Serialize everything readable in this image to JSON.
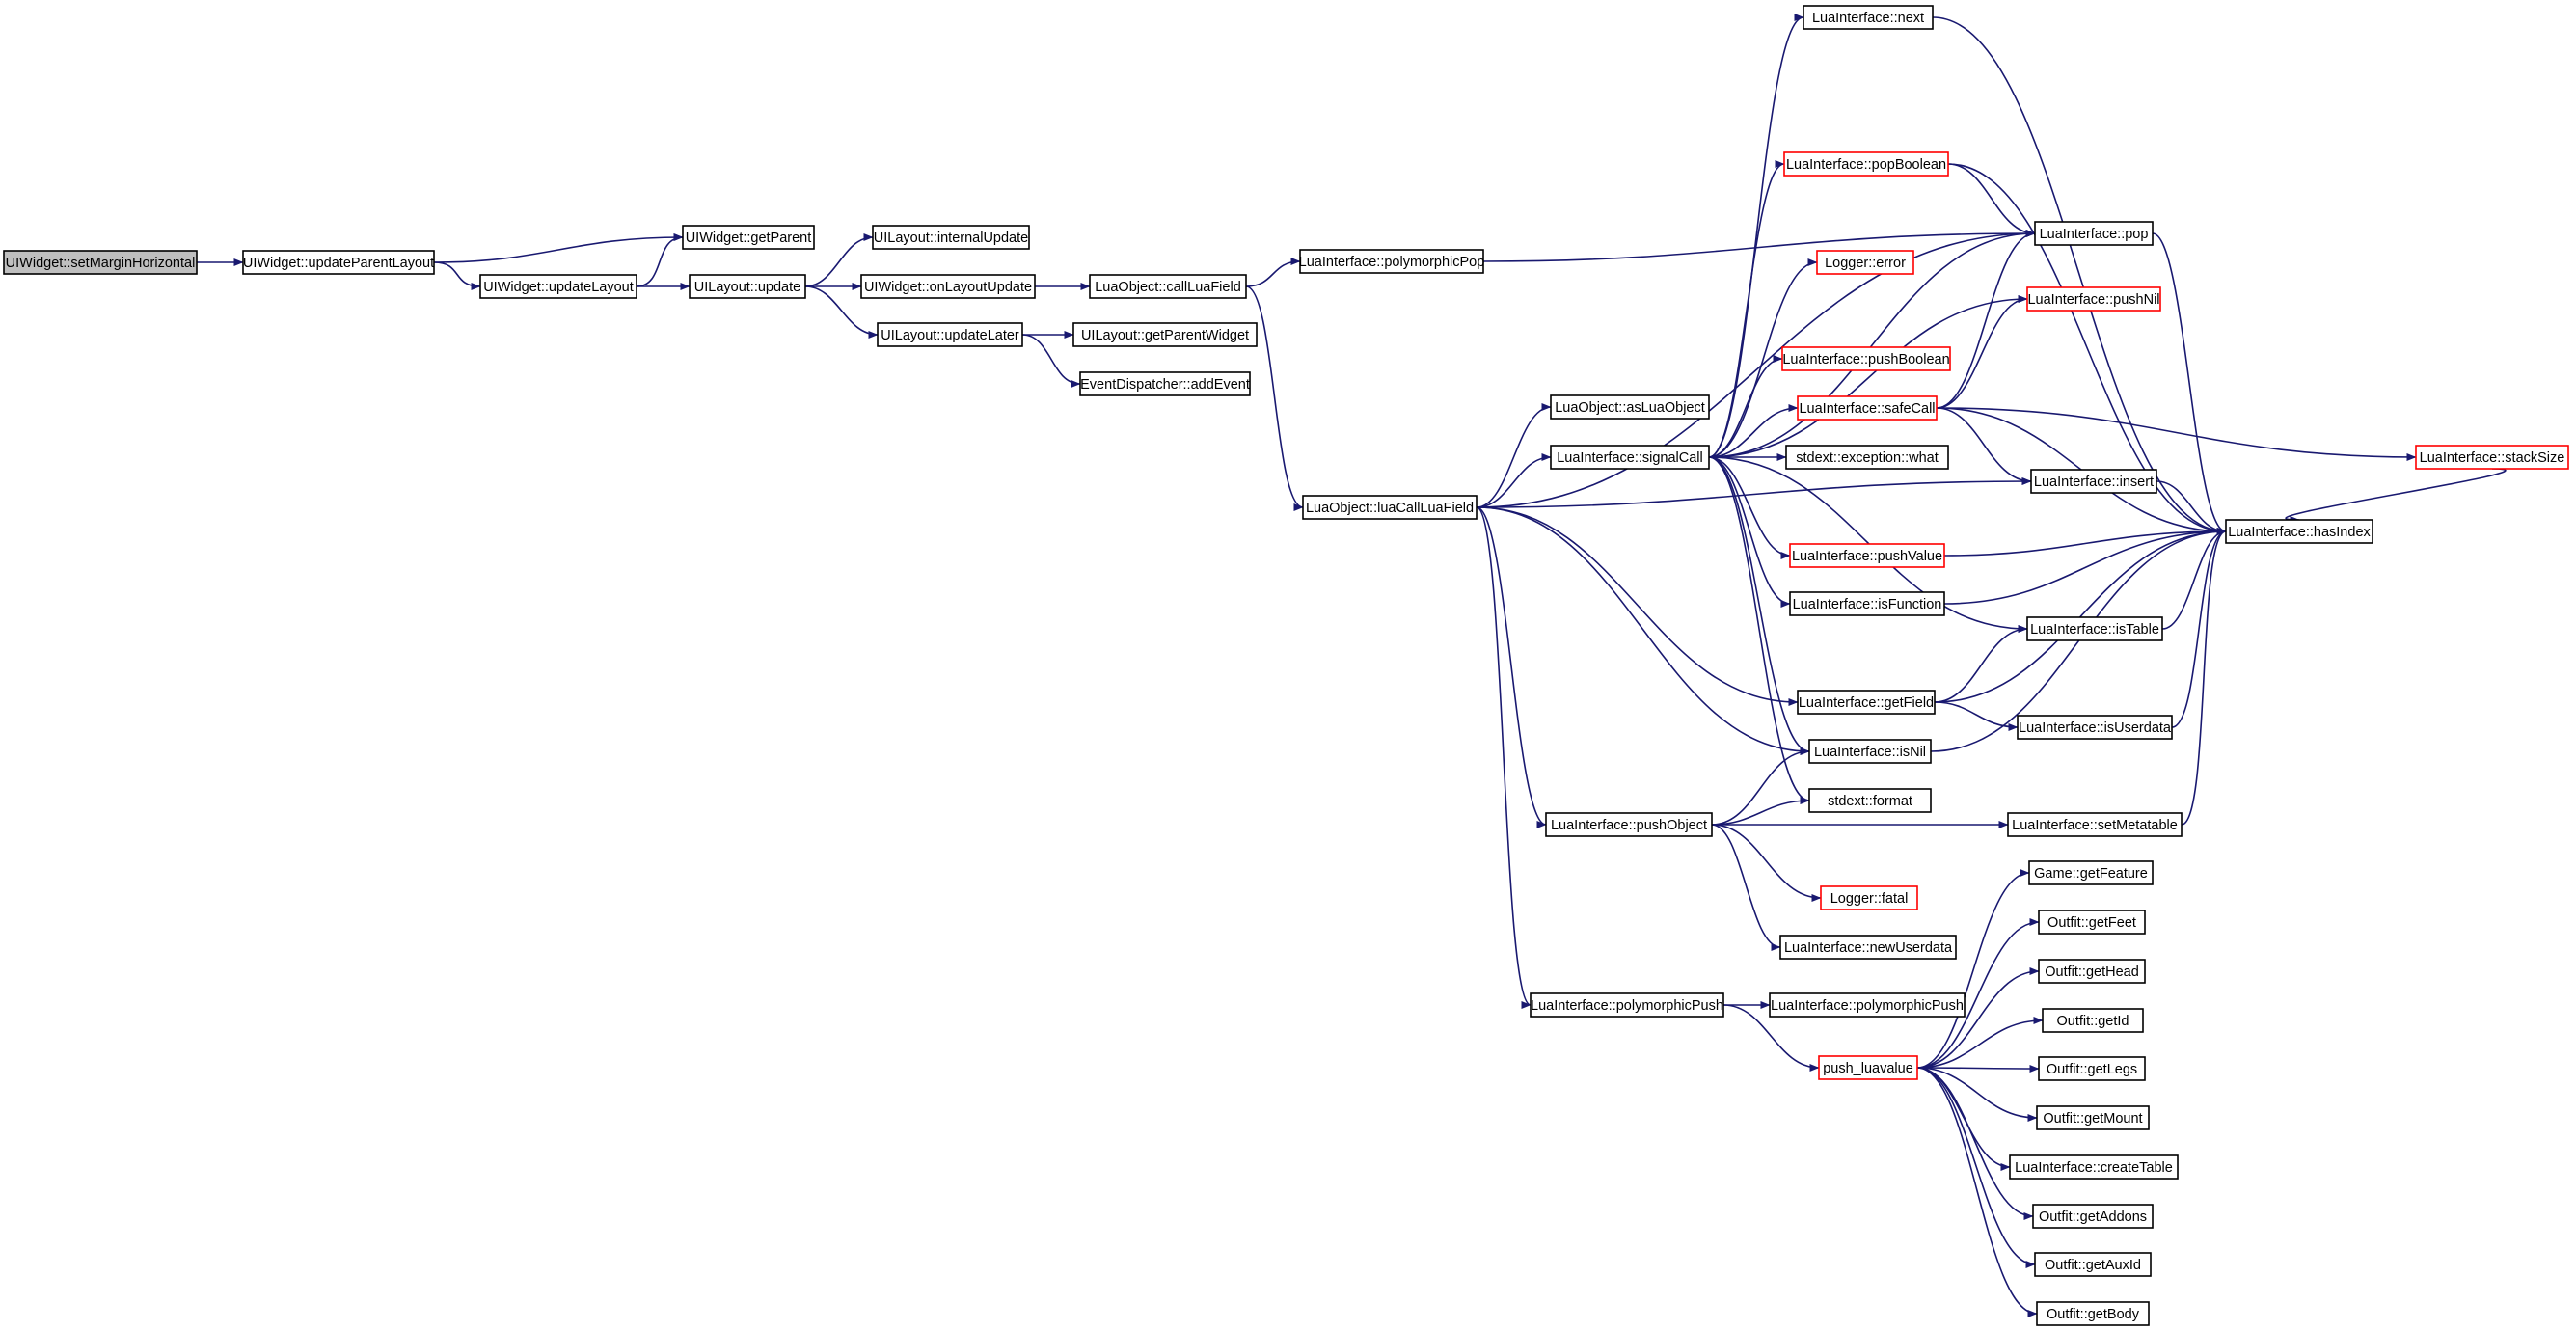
{
  "diagram": {
    "edge_color": "#191970",
    "incomplete_border_color": "#ff0000",
    "root_fill": "#bfbfbf",
    "nodes": [
      {
        "id": "n0",
        "label": "UIWidget::setMarginHorizontal",
        "root": true
      },
      {
        "id": "n1",
        "label": "UIWidget::updateParentLayout"
      },
      {
        "id": "n2",
        "label": "UIWidget::getParent"
      },
      {
        "id": "n3",
        "label": "UIWidget::updateLayout"
      },
      {
        "id": "n4",
        "label": "UILayout::update"
      },
      {
        "id": "n5",
        "label": "UILayout::internalUpdate"
      },
      {
        "id": "n6",
        "label": "UIWidget::onLayoutUpdate"
      },
      {
        "id": "n7",
        "label": "UILayout::updateLater"
      },
      {
        "id": "n8",
        "label": "LuaObject::callLuaField"
      },
      {
        "id": "n9",
        "label": "UILayout::getParentWidget"
      },
      {
        "id": "n10",
        "label": "EventDispatcher::addEvent"
      },
      {
        "id": "n11",
        "label": "LuaInterface::polymorphicPop"
      },
      {
        "id": "n12",
        "label": "LuaObject::luaCallLuaField"
      },
      {
        "id": "n13",
        "label": "LuaObject::asLuaObject"
      },
      {
        "id": "n14",
        "label": "LuaInterface::signalCall"
      },
      {
        "id": "n15",
        "label": "LuaInterface::pushObject"
      },
      {
        "id": "n16",
        "label": "LuaInterface::polymorphicPush"
      },
      {
        "id": "n17",
        "label": "LuaInterface::next"
      },
      {
        "id": "n18",
        "label": "LuaInterface::popBoolean",
        "red": true
      },
      {
        "id": "n19",
        "label": "LuaInterface::pop"
      },
      {
        "id": "n20",
        "label": "Logger::error",
        "red": true
      },
      {
        "id": "n21",
        "label": "LuaInterface::pushNil",
        "red": true
      },
      {
        "id": "n22",
        "label": "LuaInterface::pushBoolean",
        "red": true
      },
      {
        "id": "n23",
        "label": "LuaInterface::safeCall",
        "red": true
      },
      {
        "id": "n24",
        "label": "stdext::exception::what"
      },
      {
        "id": "n25",
        "label": "LuaInterface::stackSize",
        "red": true
      },
      {
        "id": "n26",
        "label": "LuaInterface::insert"
      },
      {
        "id": "n27",
        "label": "LuaInterface::hasIndex"
      },
      {
        "id": "n28",
        "label": "LuaInterface::pushValue",
        "red": true
      },
      {
        "id": "n29",
        "label": "LuaInterface::isFunction"
      },
      {
        "id": "n30",
        "label": "LuaInterface::isTable"
      },
      {
        "id": "n31",
        "label": "LuaInterface::getField"
      },
      {
        "id": "n32",
        "label": "LuaInterface::isUserdata"
      },
      {
        "id": "n33",
        "label": "LuaInterface::isNil"
      },
      {
        "id": "n34",
        "label": "stdext::format"
      },
      {
        "id": "n35",
        "label": "LuaInterface::setMetatable"
      },
      {
        "id": "n36",
        "label": "Logger::fatal",
        "red": true
      },
      {
        "id": "n37",
        "label": "LuaInterface::newUserdata"
      },
      {
        "id": "n38",
        "label": "LuaInterface::polymorphicPush"
      },
      {
        "id": "n39",
        "label": "push_luavalue",
        "red": true
      },
      {
        "id": "n40",
        "label": "Game::getFeature"
      },
      {
        "id": "n41",
        "label": "Outfit::getFeet"
      },
      {
        "id": "n42",
        "label": "Outfit::getHead"
      },
      {
        "id": "n43",
        "label": "Outfit::getId"
      },
      {
        "id": "n44",
        "label": "Outfit::getLegs"
      },
      {
        "id": "n45",
        "label": "Outfit::getMount"
      },
      {
        "id": "n46",
        "label": "LuaInterface::createTable"
      },
      {
        "id": "n47",
        "label": "Outfit::getAddons"
      },
      {
        "id": "n48",
        "label": "Outfit::getAuxId"
      },
      {
        "id": "n49",
        "label": "Outfit::getBody"
      }
    ],
    "edges": [
      [
        "n0",
        "n1"
      ],
      [
        "n1",
        "n2"
      ],
      [
        "n1",
        "n3"
      ],
      [
        "n3",
        "n2"
      ],
      [
        "n3",
        "n4"
      ],
      [
        "n4",
        "n5"
      ],
      [
        "n4",
        "n6"
      ],
      [
        "n4",
        "n7"
      ],
      [
        "n6",
        "n8"
      ],
      [
        "n7",
        "n9"
      ],
      [
        "n7",
        "n10"
      ],
      [
        "n8",
        "n11"
      ],
      [
        "n8",
        "n12"
      ],
      [
        "n11",
        "n19"
      ],
      [
        "n12",
        "n13"
      ],
      [
        "n12",
        "n14"
      ],
      [
        "n12",
        "n15"
      ],
      [
        "n12",
        "n16"
      ],
      [
        "n12",
        "n19"
      ],
      [
        "n12",
        "n26"
      ],
      [
        "n12",
        "n31"
      ],
      [
        "n12",
        "n33"
      ],
      [
        "n14",
        "n17"
      ],
      [
        "n14",
        "n18"
      ],
      [
        "n14",
        "n19"
      ],
      [
        "n14",
        "n20"
      ],
      [
        "n14",
        "n21"
      ],
      [
        "n14",
        "n22"
      ],
      [
        "n14",
        "n23"
      ],
      [
        "n14",
        "n24"
      ],
      [
        "n14",
        "n28"
      ],
      [
        "n14",
        "n29"
      ],
      [
        "n14",
        "n30"
      ],
      [
        "n14",
        "n33"
      ],
      [
        "n14",
        "n34"
      ],
      [
        "n17",
        "n27"
      ],
      [
        "n18",
        "n19"
      ],
      [
        "n18",
        "n27"
      ],
      [
        "n19",
        "n27"
      ],
      [
        "n23",
        "n19"
      ],
      [
        "n23",
        "n21"
      ],
      [
        "n23",
        "n25"
      ],
      [
        "n23",
        "n26"
      ],
      [
        "n23",
        "n27"
      ],
      [
        "n25",
        "n27"
      ],
      [
        "n26",
        "n27"
      ],
      [
        "n28",
        "n27"
      ],
      [
        "n29",
        "n27"
      ],
      [
        "n30",
        "n27"
      ],
      [
        "n31",
        "n30"
      ],
      [
        "n31",
        "n32"
      ],
      [
        "n31",
        "n27"
      ],
      [
        "n32",
        "n27"
      ],
      [
        "n33",
        "n27"
      ],
      [
        "n35",
        "n27"
      ],
      [
        "n15",
        "n33"
      ],
      [
        "n15",
        "n34"
      ],
      [
        "n15",
        "n35"
      ],
      [
        "n15",
        "n36"
      ],
      [
        "n15",
        "n37"
      ],
      [
        "n16",
        "n38"
      ],
      [
        "n16",
        "n39"
      ],
      [
        "n39",
        "n40"
      ],
      [
        "n39",
        "n41"
      ],
      [
        "n39",
        "n42"
      ],
      [
        "n39",
        "n43"
      ],
      [
        "n39",
        "n44"
      ],
      [
        "n39",
        "n45"
      ],
      [
        "n39",
        "n46"
      ],
      [
        "n39",
        "n47"
      ],
      [
        "n39",
        "n48"
      ],
      [
        "n39",
        "n49"
      ]
    ]
  }
}
